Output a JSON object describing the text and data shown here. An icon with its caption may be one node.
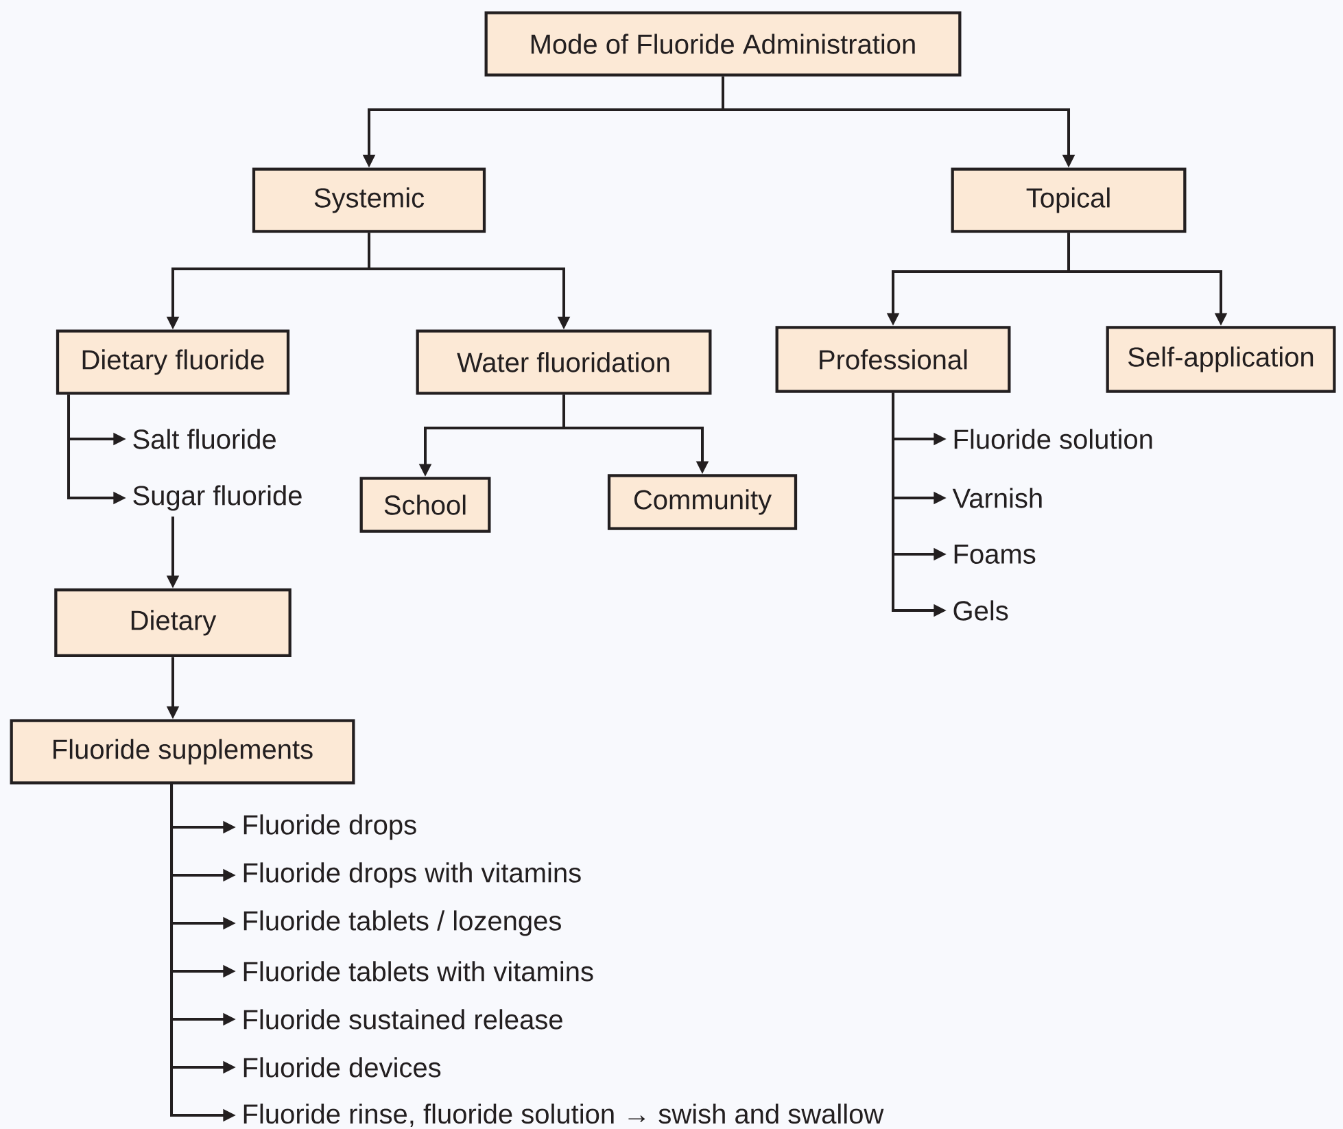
{
  "diagram": {
    "nodes": [
      {
        "text": [
          "Mode of Fluoride Administration"
        ]
      },
      {
        "text": [
          "Systemic"
        ]
      },
      {
        "text": [
          "Topical"
        ]
      },
      {
        "text": [
          "Dietary fluoride"
        ]
      },
      {
        "text": [
          "Water fluoridation"
        ]
      },
      {
        "text": [
          "Professional"
        ]
      },
      {
        "text": [
          "Self-application"
        ]
      },
      {
        "text": [
          "Salt fluoride"
        ]
      },
      {
        "text": [
          "Sugar fluoride"
        ]
      },
      {
        "text": [
          "School"
        ]
      },
      {
        "text": [
          "Community"
        ]
      },
      {
        "text": [
          "Fluoride solution"
        ]
      },
      {
        "text": [
          "Varnish"
        ]
      },
      {
        "text": [
          "Foams"
        ]
      },
      {
        "text": [
          "Gels"
        ]
      },
      {
        "text": [
          "Dietary"
        ]
      },
      {
        "text": [
          "Fluoride supplements"
        ]
      },
      {
        "text": [
          "Fluoride drops"
        ]
      },
      {
        "text": [
          "Fluoride drops with vitamins"
        ]
      },
      {
        "text": [
          "Fluoride tablets / lozenges"
        ]
      },
      {
        "text": [
          "Fluoride tablets with vitamins"
        ]
      },
      {
        "text": [
          "Fluoride sustained release"
        ]
      },
      {
        "text": [
          "Fluoride devices"
        ]
      },
      {
        "text": [
          "Fluoride rinse, fluoride solution  → swish and swallow"
        ]
      }
    ],
    "edges": [
      {
        "from": 0,
        "to": 1,
        "arrow": "to"
      },
      {
        "from": 0,
        "to": 2,
        "arrow": "to"
      },
      {
        "from": 1,
        "to": 3,
        "arrow": "to"
      },
      {
        "from": 1,
        "to": 4,
        "arrow": "to"
      },
      {
        "from": 2,
        "to": 5,
        "arrow": "to"
      },
      {
        "from": 2,
        "to": 6,
        "arrow": "to"
      },
      {
        "from": 3,
        "to": 7,
        "arrow": "to"
      },
      {
        "from": 3,
        "to": 8,
        "arrow": "to"
      },
      {
        "from": 4,
        "to": 9,
        "arrow": "to"
      },
      {
        "from": 4,
        "to": 10,
        "arrow": "to"
      },
      {
        "from": 5,
        "to": 11,
        "arrow": "to"
      },
      {
        "from": 5,
        "to": 12,
        "arrow": "to"
      },
      {
        "from": 5,
        "to": 13,
        "arrow": "to"
      },
      {
        "from": 5,
        "to": 14,
        "arrow": "to"
      },
      {
        "from": 8,
        "to": 15,
        "arrow": "to"
      },
      {
        "from": 15,
        "to": 16,
        "arrow": "to"
      },
      {
        "from": 16,
        "to": 17,
        "arrow": "to"
      },
      {
        "from": 16,
        "to": 18,
        "arrow": "to"
      },
      {
        "from": 16,
        "to": 19,
        "arrow": "to"
      },
      {
        "from": 16,
        "to": 20,
        "arrow": "to"
      },
      {
        "from": 16,
        "to": 21,
        "arrow": "to"
      },
      {
        "from": 16,
        "to": 22,
        "arrow": "to"
      },
      {
        "from": 16,
        "to": 23,
        "arrow": "to"
      }
    ]
  }
}
